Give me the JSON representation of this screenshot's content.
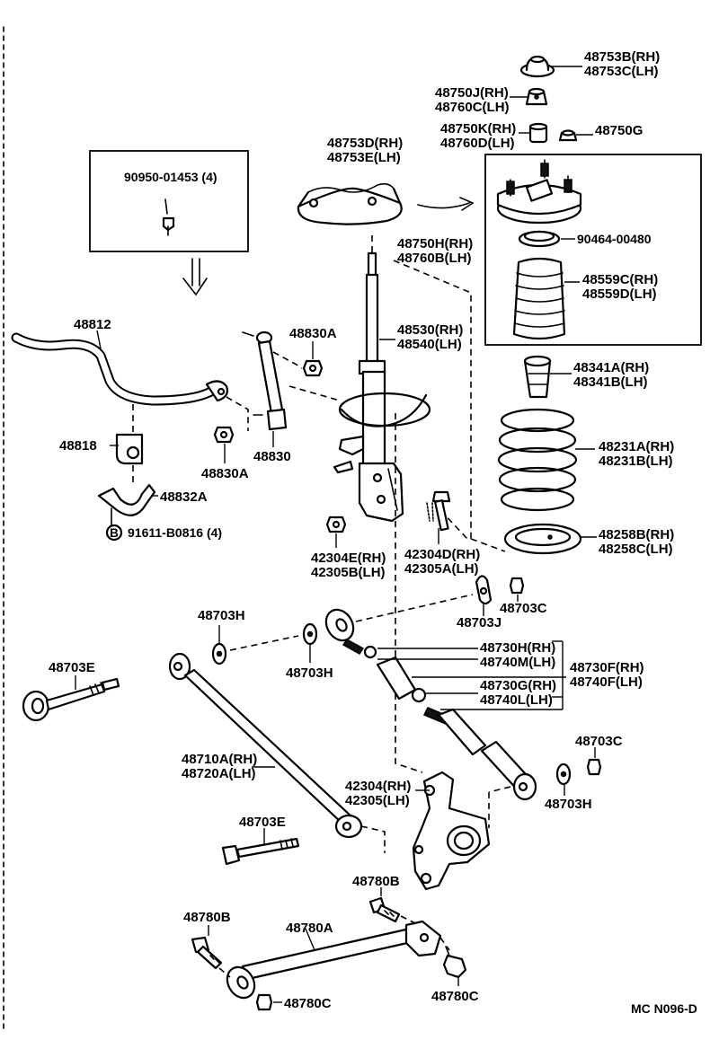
{
  "labels": {
    "p48753b": "48753B(RH)",
    "p48753c": "48753C(LH)",
    "p48750j": "48750J(RH)",
    "p48760c": "48760C(LH)",
    "p48750k": "48750K(RH)",
    "p48760d": "48760D(LH)",
    "p48750g": "48750G",
    "p48753d": "48753D(RH)",
    "p48753e": "48753E(LH)",
    "p90950": "90950-01453 (4)",
    "p48750h": "48750H(RH)",
    "p48760b": "48760B(LH)",
    "p90464": "90464-00480",
    "p48559c": "48559C(RH)",
    "p48559d": "48559D(LH)",
    "p48812": "48812",
    "p48830a_top": "48830A",
    "p48530": "48530(RH)",
    "p48540": "48540(LH)",
    "p48341a": "48341A(RH)",
    "p48341b": "48341B(LH)",
    "p48818": "48818",
    "p48830": "48830",
    "p48830a_bot": "48830A",
    "p48231a": "48231A(RH)",
    "p48231b": "48231B(LH)",
    "p48832a": "48832A",
    "b_marker": "B",
    "p91611": "91611-B0816 (4)",
    "p42304e": "42304E(RH)",
    "p42305b": "42305B(LH)",
    "p42304d": "42304D(RH)",
    "p42305a": "42305A(LH)",
    "p48258b": "48258B(RH)",
    "p48258c": "48258C(LH)",
    "p48703h_a": "48703H",
    "p48703c_a": "48703C",
    "p48703j": "48703J",
    "p48703h_b": "48703H",
    "p48730h": "48730H(RH)",
    "p48740m": "48740M(LH)",
    "p48730f": "48730F(RH)",
    "p48740f": "48740F(LH)",
    "p48730g": "48730G(RH)",
    "p48740l": "48740L(LH)",
    "p48703e_a": "48703E",
    "p48703c_b": "48703C",
    "p48710a": "48710A(RH)",
    "p48720a": "48720A(LH)",
    "p42304": "42304(RH)",
    "p42305": "42305(LH)",
    "p48703h_c": "48703H",
    "p48703e_b": "48703E",
    "p48780b_a": "48780B",
    "p48780b_b": "48780B",
    "p48780a": "48780A",
    "p48780c_a": "48780C",
    "p48780c_b": "48780C",
    "diagram_code": "MC N096-D"
  }
}
